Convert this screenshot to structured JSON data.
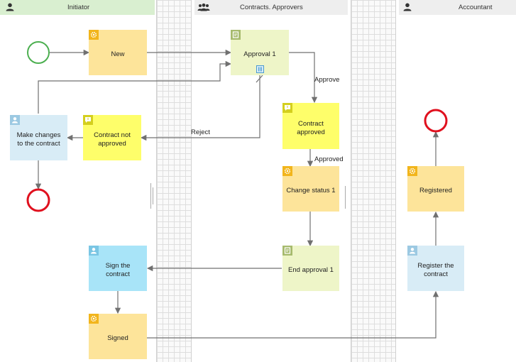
{
  "lanes": [
    {
      "title": "Initiator",
      "icon": "user-icon",
      "color": "#d9efd0"
    },
    {
      "title": "Contracts. Approvers",
      "icon": "users-icon",
      "color": "#eeeeee"
    },
    {
      "title": "Accountant",
      "icon": "user-icon",
      "color": "#eeeeee"
    }
  ],
  "blocks": {
    "new": {
      "label": "New",
      "icon": "gear-icon"
    },
    "approval1": {
      "label": "Approval 1",
      "icon": "document-icon"
    },
    "contract_approved": {
      "label": "Contract approved",
      "icon": "notification-icon"
    },
    "contract_not_approved": {
      "label": "Contract not approved",
      "icon": "notification-icon"
    },
    "make_changes": {
      "label": "Make changes to the contract",
      "icon": "user-icon"
    },
    "change_status1": {
      "label": "Change status 1",
      "icon": "gear-icon"
    },
    "end_approval1": {
      "label": "End approval 1",
      "icon": "document-icon"
    },
    "sign_contract": {
      "label": "Sign the contract",
      "icon": "user-icon"
    },
    "signed": {
      "label": "Signed",
      "icon": "gear-icon"
    },
    "registered": {
      "label": "Registered",
      "icon": "gear-icon"
    },
    "register_contract": {
      "label": "Register the contract",
      "icon": "user-icon"
    }
  },
  "flow_labels": {
    "approve": "Approve",
    "reject": "Reject",
    "approved": "Approved"
  },
  "colors": {
    "start_event": "#4caf50",
    "end_event": "#e0101e",
    "script_block": "#fde49a",
    "approval_block": "#eef5c8",
    "notification_block": "#fefe6a",
    "user_task_block": "#d8ecf6",
    "active_user_task": "#a8e4f8",
    "connector": "#707070"
  }
}
